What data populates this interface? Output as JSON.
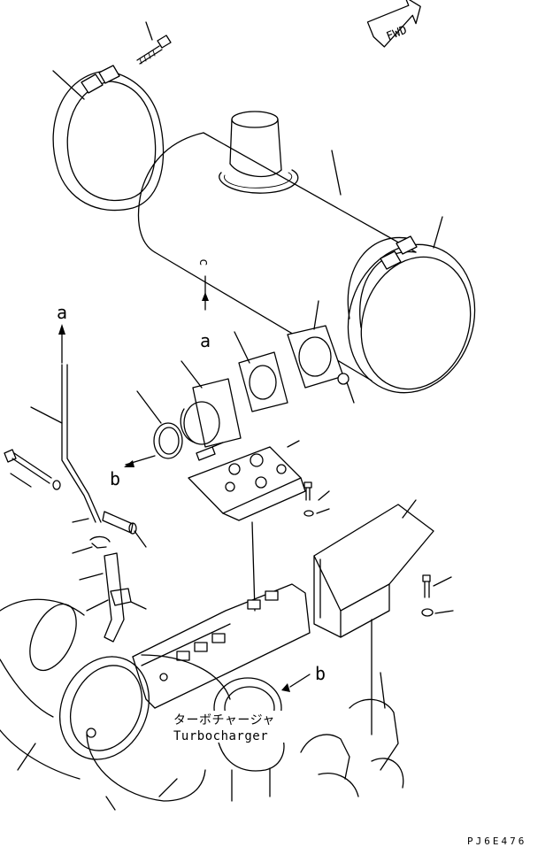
{
  "direction_indicator": {
    "text": "FWD"
  },
  "reference_marks": {
    "a_upper": "a",
    "a_left": "a",
    "b_flange": "b",
    "b_turbo": "b",
    "c_muffler": "c"
  },
  "component_label": {
    "japanese": "ターボチャージャ",
    "english": "Turbocharger"
  },
  "drawing_number": "PJ6E476"
}
